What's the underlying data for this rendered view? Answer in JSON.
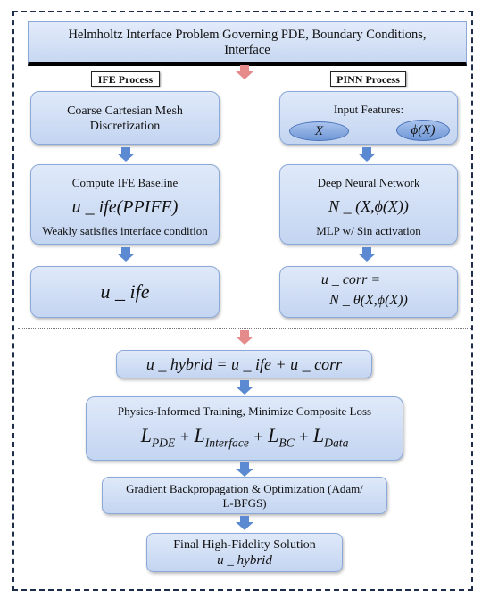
{
  "header": {
    "line1": "Helmholtz Interface Problem Governing PDE, Boundary Conditions,",
    "line2": "Interface"
  },
  "ife": {
    "tag": "IFE Process",
    "mesh": {
      "line1": "Coarse Cartesian Mesh",
      "line2": "Discretization"
    },
    "baseline": {
      "title": "Compute IFE Baseline",
      "formula": "u _ ife(PPIFE)",
      "note": "Weakly satisfies interface condition"
    },
    "result": "u _ ife"
  },
  "pinn": {
    "tag": "PINN Process",
    "input": {
      "title": "Input Features:",
      "x": "X",
      "phi": "ϕ(X)"
    },
    "network": {
      "title": "Deep Neural Network",
      "formula": "N _ (X,ϕ(X))",
      "note": "MLP w/ Sin activation"
    },
    "corr": {
      "line1": "u _ corr =",
      "line2": "N _ θ(X,ϕ(X))"
    }
  },
  "hybrid": "u _ hybrid = u _ ife + u _ corr",
  "training": {
    "title": "Physics-Informed Training, Minimize Composite Loss",
    "loss": [
      {
        "L": "L",
        "sub": "PDE"
      },
      {
        "L": "L",
        "sub": "Interface"
      },
      {
        "L": "L",
        "sub": "BC"
      },
      {
        "L": "L",
        "sub": "Data"
      }
    ],
    "plus": "+"
  },
  "optim": {
    "line1": "Gradient Backpropagation & Optimization (Adam/",
    "line2": "L-BFGS)"
  },
  "final": {
    "title": "Final High-Fidelity Solution",
    "formula": "u _ hybrid"
  },
  "colors": {
    "box": "#c4d5f1",
    "blue_arrow": "#5b8ad2",
    "red_arrow": "#e58b8b",
    "frame": "#1f2d4d"
  }
}
